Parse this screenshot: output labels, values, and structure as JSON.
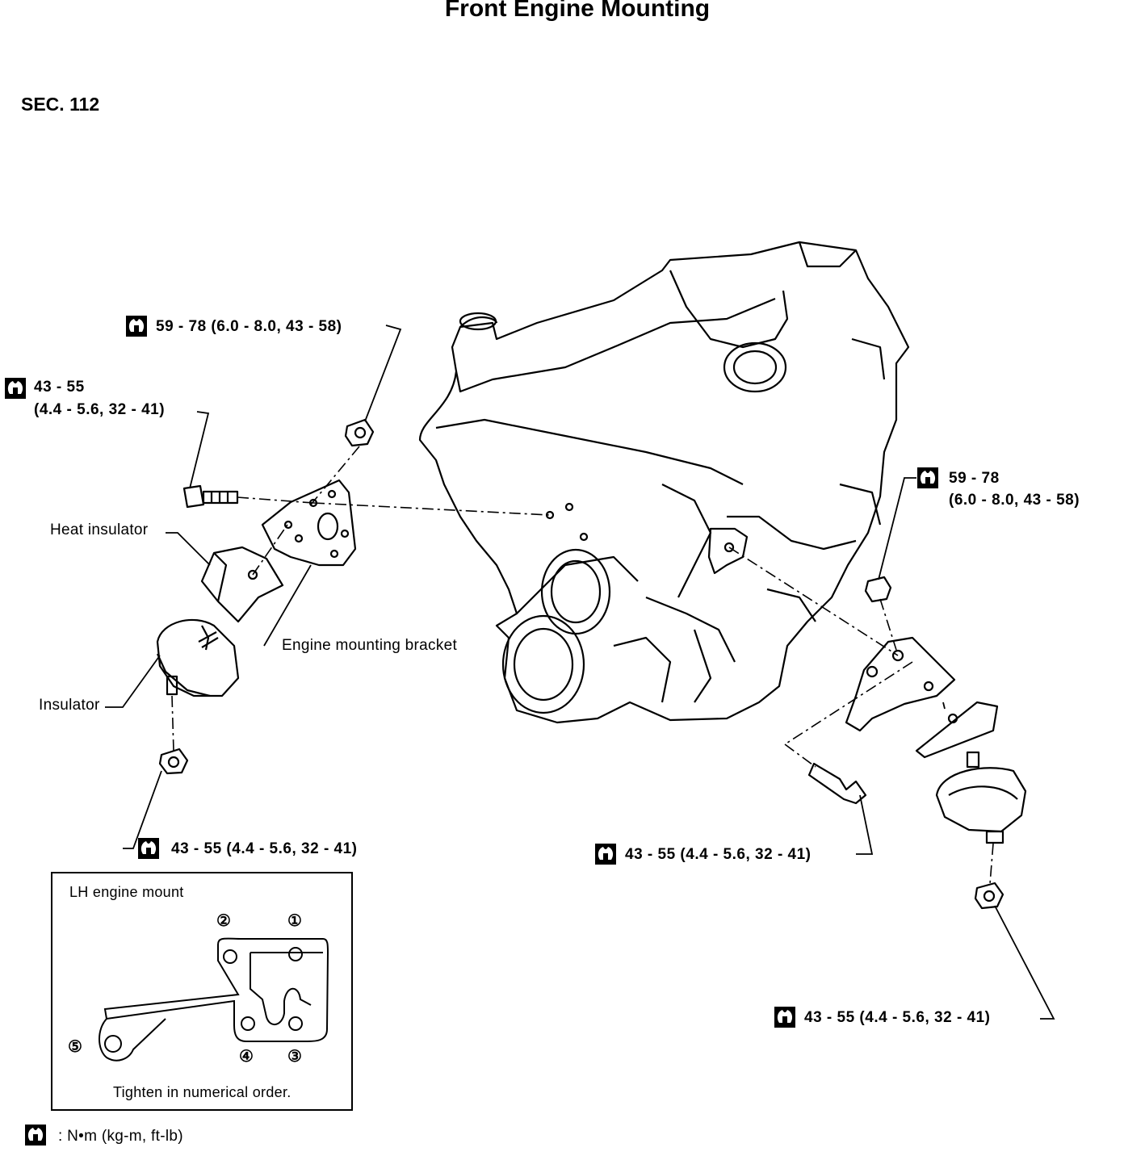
{
  "title": "Front Engine Mounting",
  "section": "SEC. 112",
  "icons": {
    "torque": "torque-wrench-icon"
  },
  "labels": {
    "heat_insulator": "Heat insulator",
    "engine_mounting_bracket": "Engine mounting bracket",
    "insulator": "Insulator"
  },
  "torques": {
    "left_top_nut": "59 - 78 (6.0 - 8.0, 43 - 58)",
    "left_bolt_line1": "43 - 55",
    "left_bolt_line2": "(4.4 - 5.6, 32 - 41)",
    "left_bottom_nut": "43 - 55 (4.4 - 5.6, 32 - 41)",
    "right_nut_line1": "59 - 78",
    "right_nut_line2": "(6.0 - 8.0, 43 - 58)",
    "right_bolt": "43 - 55 (4.4 - 5.6, 32 - 41)",
    "right_bottom_nut": "43 - 55 (4.4 - 5.6, 32 - 41)"
  },
  "inset": {
    "title": "LH engine mount",
    "numbers": [
      "①",
      "②",
      "③",
      "④",
      "⑤"
    ],
    "caption": "Tighten in numerical order."
  },
  "legend": {
    "text": ": N•m (kg-m, ft-lb)"
  }
}
